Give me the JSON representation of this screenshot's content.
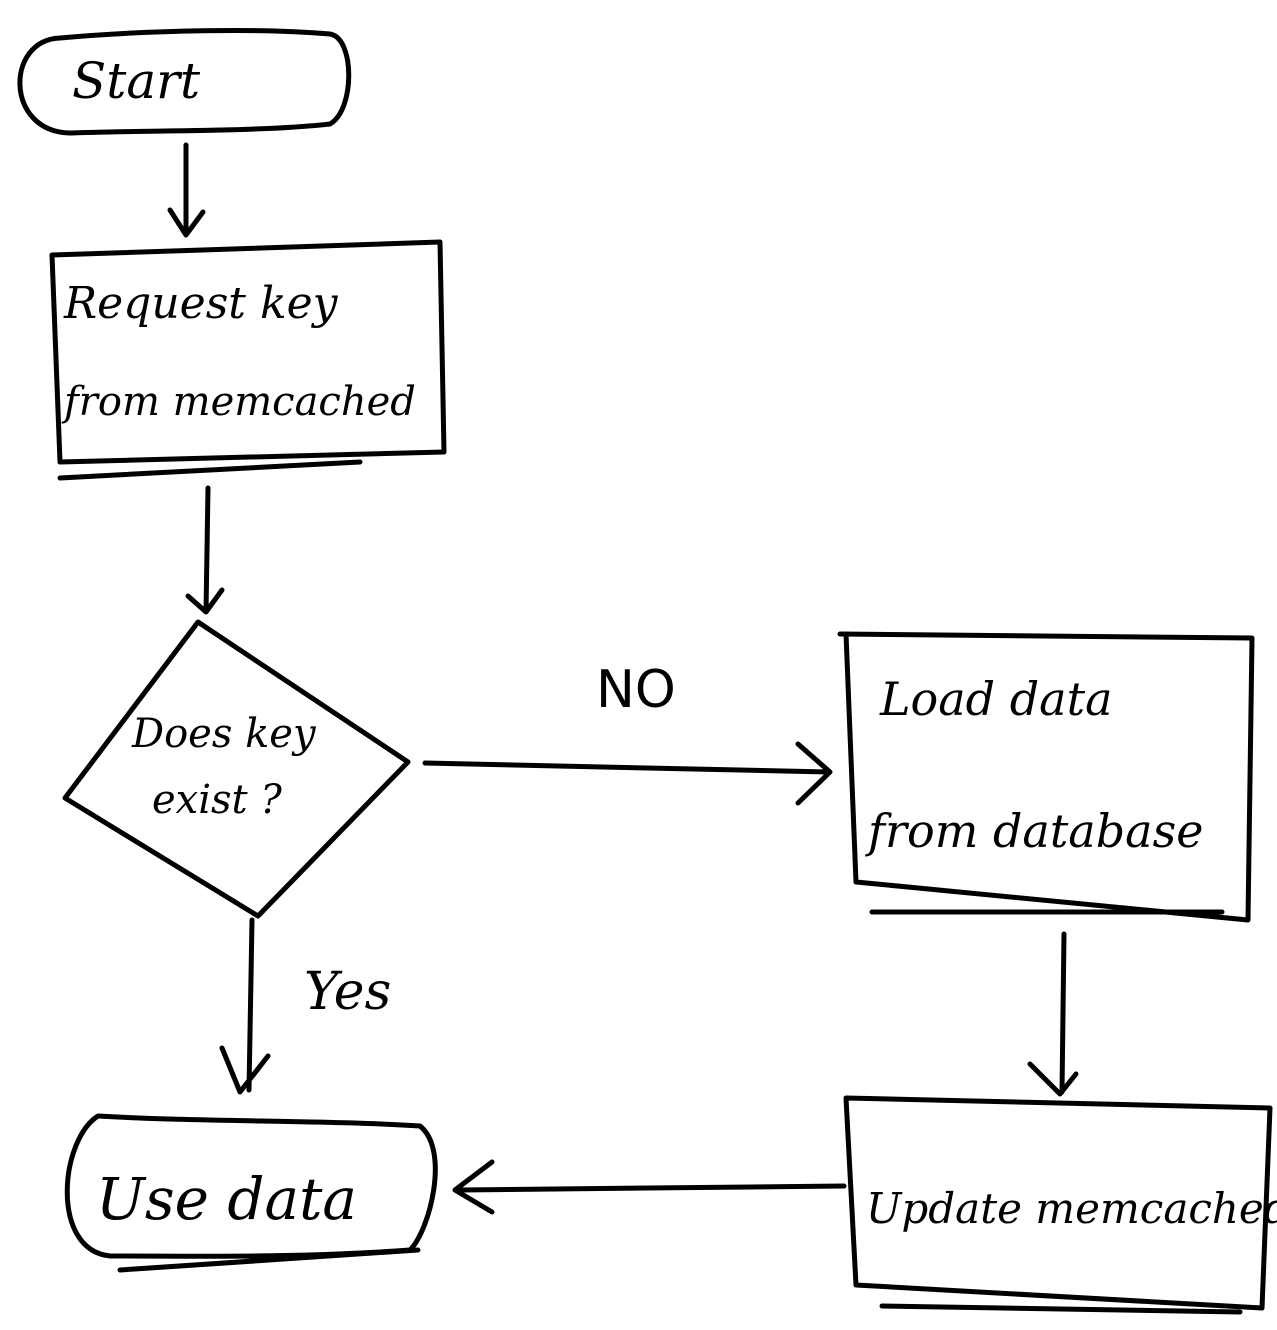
{
  "nodes": {
    "start": {
      "label": "Start"
    },
    "request": {
      "line1": "Request key",
      "line2": "from memcached"
    },
    "decision": {
      "line1": "Does key",
      "line2": "exist ?"
    },
    "load": {
      "line1": "Load data",
      "line2": "from database"
    },
    "use": {
      "label": "Use data"
    },
    "update": {
      "label": "Update memcached"
    }
  },
  "edges": {
    "no_label": "NO",
    "yes_label": "Yes"
  },
  "style": {
    "ink_color": "#000000",
    "background": "#ffffff"
  }
}
